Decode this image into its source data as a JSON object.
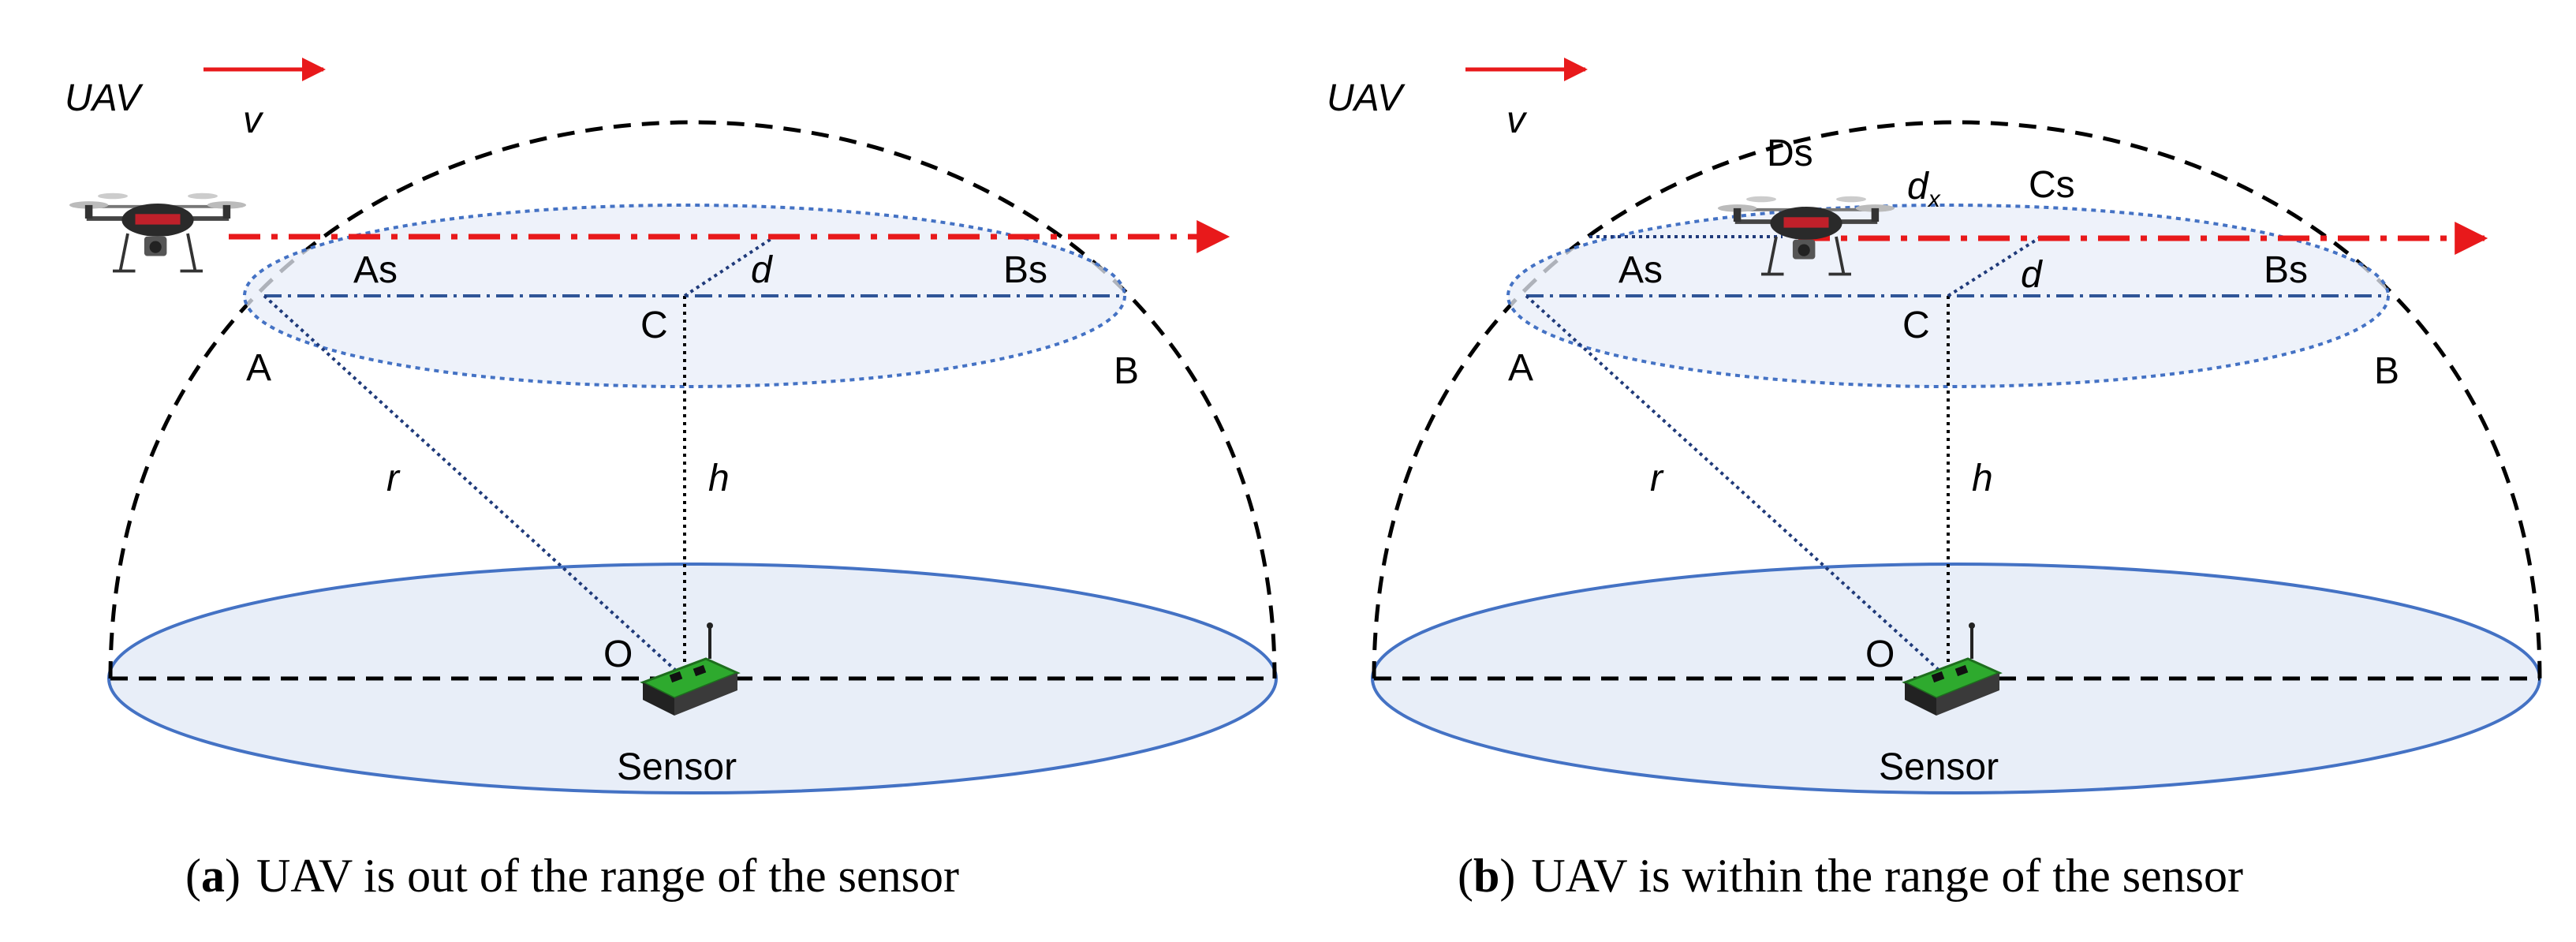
{
  "panels": [
    {
      "id": "a",
      "labels": {
        "uav": "UAV",
        "v": "v",
        "as": "As",
        "bs": "Bs",
        "d": "d",
        "a": "A",
        "b": "B",
        "c": "C",
        "r": "r",
        "h": "h",
        "o": "O",
        "sensor": "Sensor"
      },
      "caption": {
        "letter": "a",
        "text": "UAV is out of the range of the sensor"
      }
    },
    {
      "id": "b",
      "labels": {
        "uav": "UAV",
        "v": "v",
        "ds": "Ds",
        "dx": "d",
        "dx_sub": "x",
        "cs": "Cs",
        "as": "As",
        "bs": "Bs",
        "d": "d",
        "a": "A",
        "b": "B",
        "c": "C",
        "r": "r",
        "h": "h",
        "o": "O",
        "sensor": "Sensor"
      },
      "caption": {
        "letter": "b",
        "text": "UAV is within the range of the sensor"
      }
    }
  ],
  "colors": {
    "arrow": "#e8191b",
    "ellipse_stroke": "#4472c4",
    "ellipse_fill": "#e8eef8",
    "dash_black": "#000000",
    "blue_dashdot": "#2f5597",
    "dotted": "#1f3a7a",
    "sensor_green": "#2eaa2e"
  },
  "icons": [
    "drone-icon",
    "sensor-device-icon"
  ]
}
